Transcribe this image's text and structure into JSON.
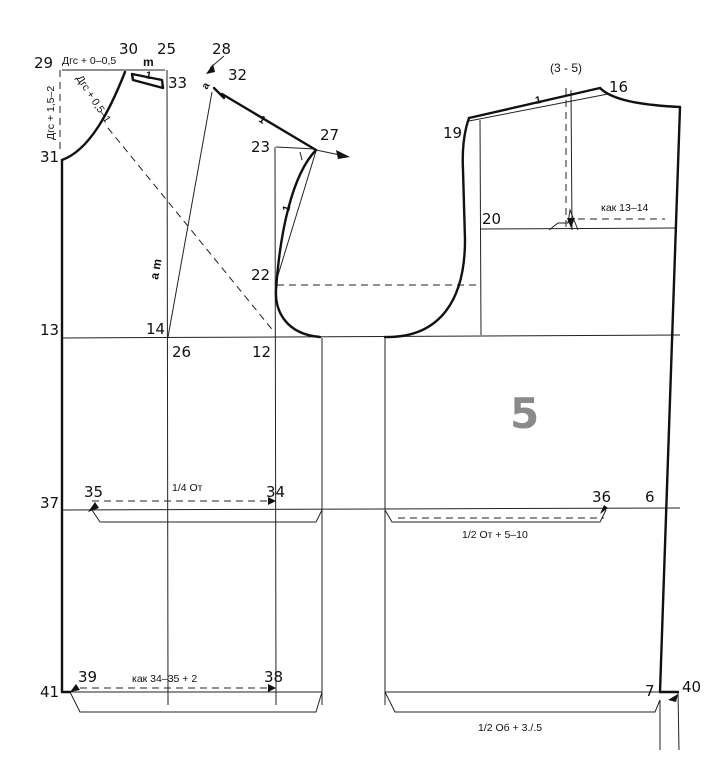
{
  "points": {
    "p29": "29",
    "p30": "30",
    "p25": "25",
    "p28": "28",
    "p32": "32",
    "p33": "33",
    "p31": "31",
    "p23": "23",
    "p27": "27",
    "p22": "22",
    "p13": "13",
    "p14": "14",
    "p26": "26",
    "p12": "12",
    "p37": "37",
    "p35": "35",
    "p34": "34",
    "p41": "41",
    "p39": "39",
    "p38": "38",
    "p19": "19",
    "p16": "16",
    "p20": "20",
    "p36": "36",
    "p6": "6",
    "p7": "7",
    "p40": "40"
  },
  "annotations": {
    "neck_width": "Дгс + 0–0,5",
    "neck_depth": "Дгс + 1,5–2",
    "neck_diag": "Дгс + 0,5–1",
    "m_top": "m",
    "one_a": "1",
    "a_label": "a",
    "one_b": "1",
    "one_c": "1",
    "am_label": "a m",
    "back_shoulder": "(3 - 5)",
    "one_d": "1",
    "kak_13_14": "как 13–14",
    "quarter_ot": "1/4 От",
    "half_ot": "1/2 От + 5–10",
    "kak_34_35": "как 34–35 + 2",
    "half_ob": "1/2 Об + 3./.5"
  },
  "figure_number": "5"
}
